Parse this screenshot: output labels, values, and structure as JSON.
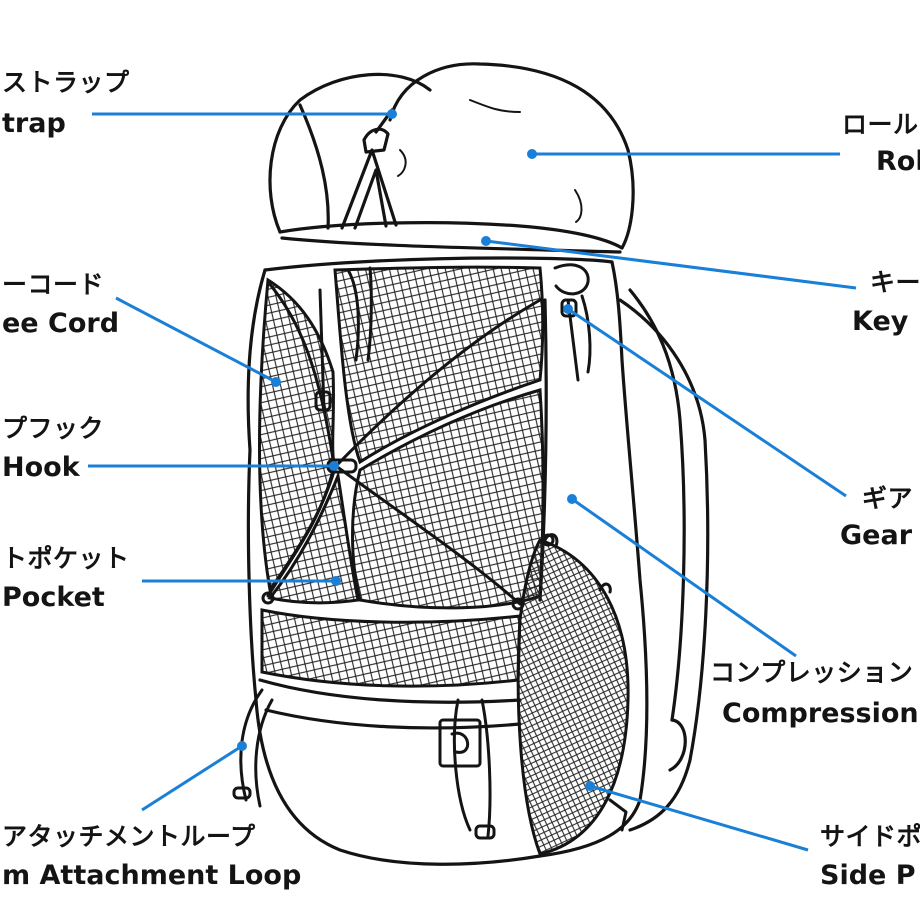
{
  "colors": {
    "leader": "#1a7fd6",
    "ink": "#141414",
    "background": "#ffffff"
  },
  "labels": {
    "top_strap": {
      "jp": "ストラップ",
      "en": "trap"
    },
    "roll_top": {
      "jp": "ロール",
      "en": "Rol"
    },
    "bungee_cord": {
      "jp": "ーコード",
      "en": "ee Cord"
    },
    "key_loop": {
      "jp": "キー",
      "en": "Key"
    },
    "clip_hook": {
      "jp": "プフック",
      "en": "Hook"
    },
    "gear_loop": {
      "jp": "ギア",
      "en": "Gear"
    },
    "front_pocket": {
      "jp": "トポケット",
      "en": "Pocket"
    },
    "compression": {
      "jp": "コンプレッション",
      "en": "Compression"
    },
    "bottom_loop": {
      "jp": "アタッチメントループ",
      "en": "m Attachment Loop"
    },
    "side_pocket": {
      "jp": "サイドポ",
      "en": "Side P"
    }
  }
}
